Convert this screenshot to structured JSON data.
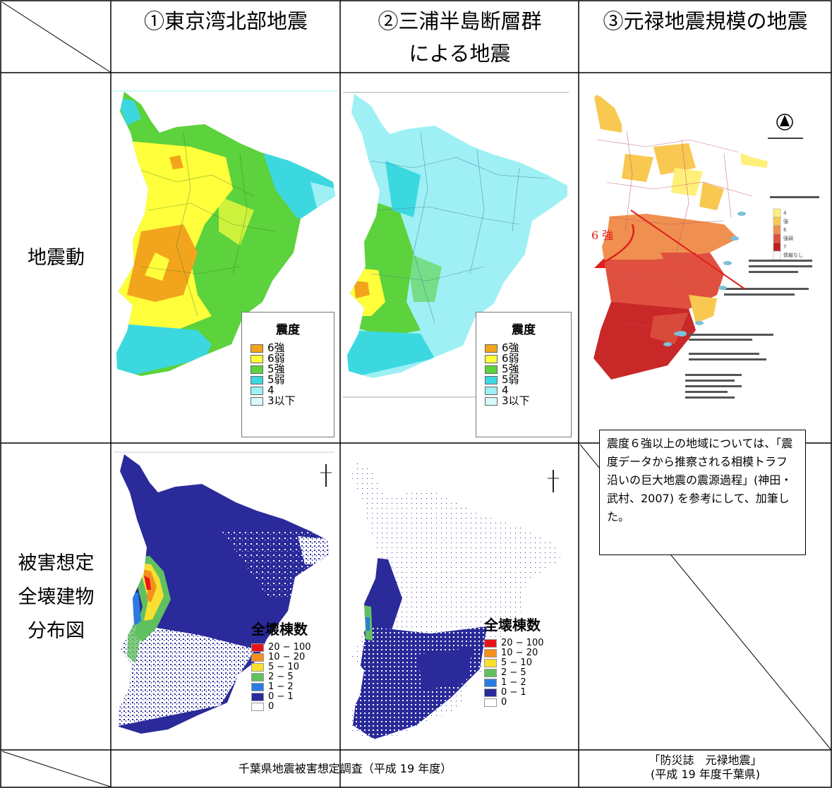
{
  "headers": {
    "col1": "①東京湾北部地震",
    "col2_line1": "②三浦半島断層群",
    "col2_line2": "による地震",
    "col3": "③元禄地震規模の地震"
  },
  "rows": {
    "ground_motion": "地震動",
    "damage_line1": "被害想定",
    "damage_line2": "全壊建物",
    "damage_line3": "分布図"
  },
  "intensity_legend": {
    "title": "震度",
    "items": [
      {
        "label": "6強",
        "color": "#f2a51c"
      },
      {
        "label": "6弱",
        "color": "#ffff3c"
      },
      {
        "label": "5強",
        "color": "#5cd23c"
      },
      {
        "label": "5弱",
        "color": "#3cd8e0"
      },
      {
        "label": "4",
        "color": "#9ef0f4"
      },
      {
        "label": "3以下",
        "color": "#d8fafc"
      }
    ]
  },
  "damage_legend": {
    "title": "全壊棟数",
    "items": [
      {
        "label": "20 − 100",
        "color": "#e8141c"
      },
      {
        "label": "10 −  20",
        "color": "#f4901c"
      },
      {
        "label": " 5 −  10",
        "color": "#f8e030"
      },
      {
        "label": " 2 −   5",
        "color": "#60c060"
      },
      {
        "label": " 1 −   2",
        "color": "#2c7ce0"
      },
      {
        "label": " 0 −   1",
        "color": "#2a2a9a"
      },
      {
        "label": " 0",
        "color": "#ffffff"
      }
    ]
  },
  "genroku_map": {
    "annotation": "6 強",
    "legend_items": [
      {
        "label": "4",
        "color": "#fff07a"
      },
      {
        "label": "強",
        "color": "#f8c850"
      },
      {
        "label": "6",
        "color": "#f09050"
      },
      {
        "label": "強弱",
        "color": "#e05040"
      },
      {
        "label": "7",
        "color": "#c02020"
      },
      {
        "label": "情報なし",
        "color": "#ffffff"
      }
    ]
  },
  "note": {
    "text": "震度６強以上の地域については、「震度データから推察される相模トラフ沿いの巨大地震の震源過程」(神田・武村、2007) を参考にして、加筆した。"
  },
  "sources": {
    "chiba_survey": "千葉県地震被害想定調査（平成 19 年度）",
    "genroku_line1": "「防災誌　元禄地震」",
    "genroku_line2": "(平成 19 年度千葉県)"
  },
  "colors": {
    "intensity_6strong": "#f2a51c",
    "intensity_6weak": "#ffff3c",
    "intensity_5strong": "#5cd23c",
    "intensity_5weak": "#3cd8e0",
    "intensity_4": "#9ef0f4",
    "damage_base": "#2a2a9a",
    "annotation_red": "#e0201c"
  }
}
